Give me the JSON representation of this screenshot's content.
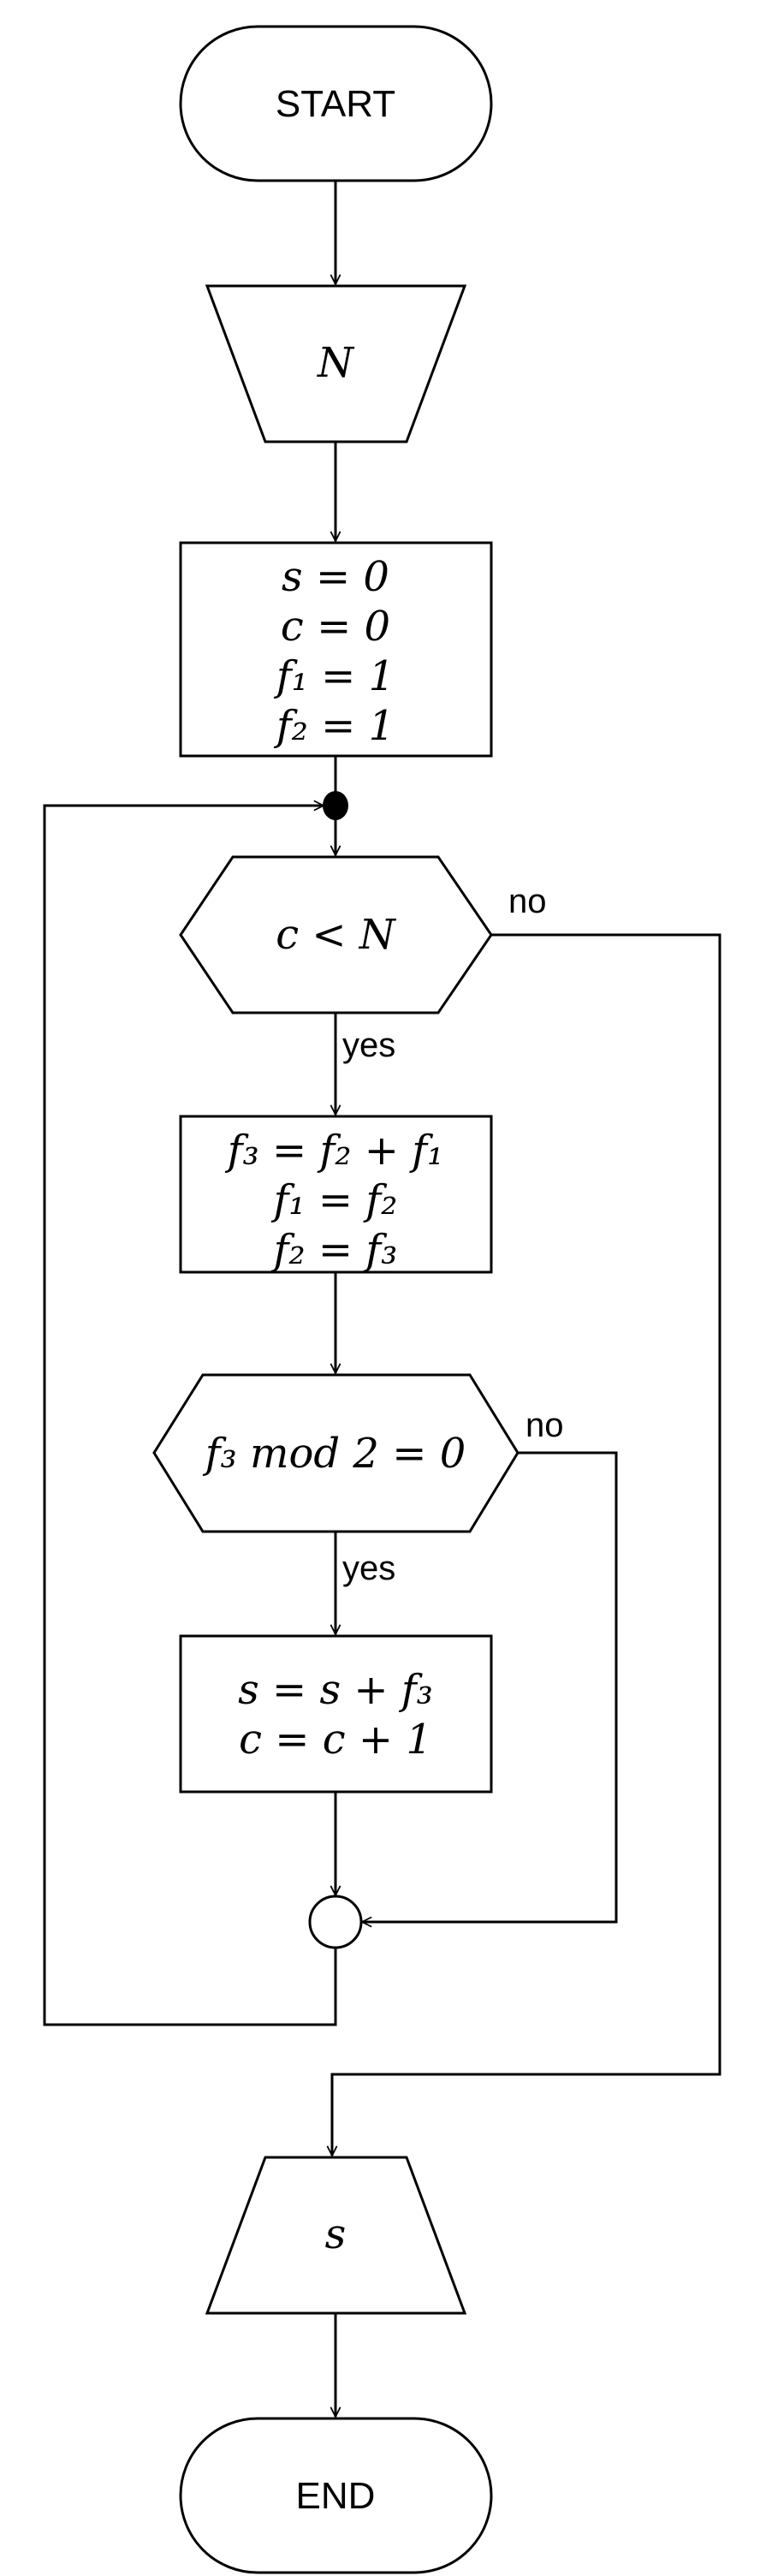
{
  "flowchart": {
    "start": {
      "label": "START"
    },
    "input": {
      "label": "N"
    },
    "init": {
      "lines": [
        "s = 0",
        "c = 0",
        "f₁ = 1",
        "f₂ = 1"
      ]
    },
    "loop_condition": {
      "label": "c < N",
      "yes_label": "yes",
      "no_label": "no"
    },
    "update": {
      "lines": [
        "f₃ = f₂ + f₁",
        "f₁ = f₂",
        "f₂ = f₃"
      ]
    },
    "even_condition": {
      "label": "f₃ mod 2 = 0",
      "yes_label": "yes",
      "no_label": "no"
    },
    "accumulate": {
      "lines": [
        "s = s + f₃",
        "c = c + 1"
      ]
    },
    "output": {
      "label": "s"
    },
    "end": {
      "label": "END"
    }
  }
}
